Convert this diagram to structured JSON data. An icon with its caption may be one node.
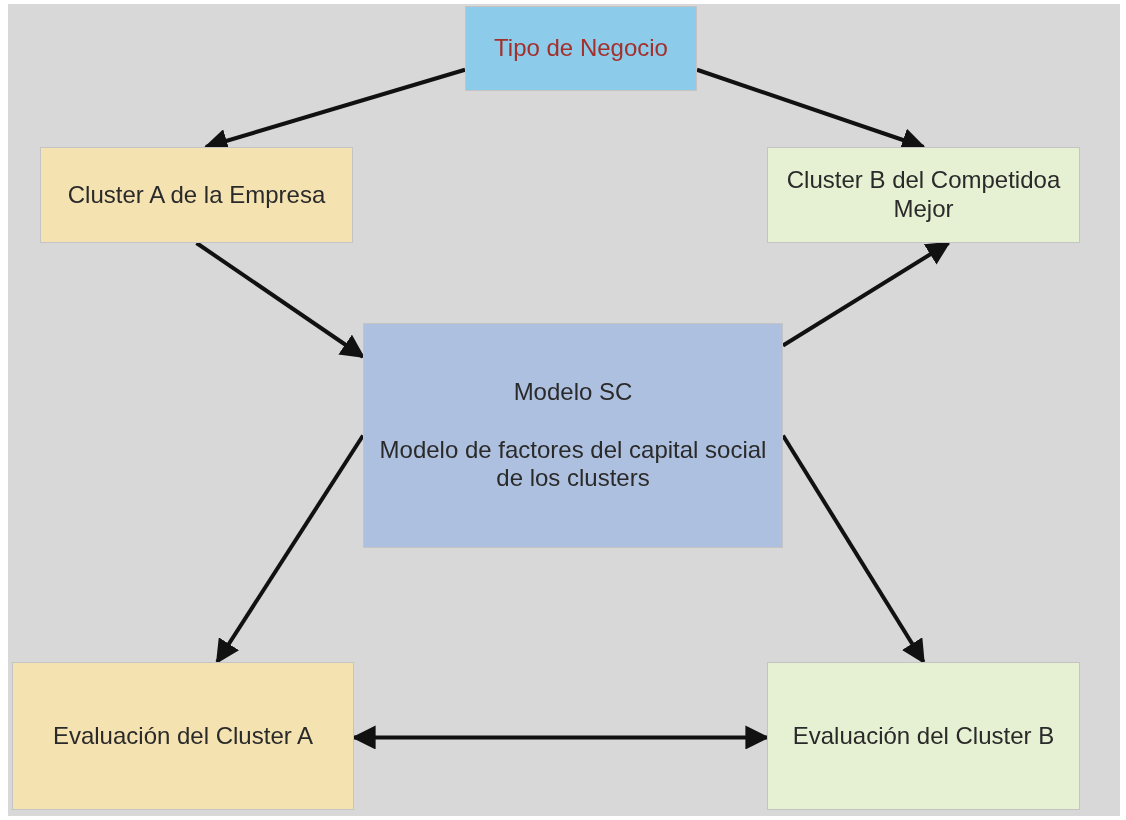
{
  "diagram": {
    "nodes": [
      {
        "text": [
          "Tipo de Negocio"
        ]
      },
      {
        "text": [
          "Cluster A de la Empresa"
        ]
      },
      {
        "text": [
          "Cluster B del Competidoa Mejor"
        ]
      },
      {
        "text": [
          "Modelo SC",
          "Modelo de factores del capital social de los clusters"
        ]
      },
      {
        "text": [
          "Evaluación del Cluster A"
        ]
      },
      {
        "text": [
          "Evaluación del Cluster B"
        ]
      }
    ],
    "edges": [
      {
        "from": 0,
        "to": 1,
        "arrow": "to"
      },
      {
        "from": 0,
        "to": 2,
        "arrow": "to"
      },
      {
        "from": 1,
        "to": 3,
        "arrow": "to"
      },
      {
        "from": 3,
        "to": 2,
        "arrow": "to"
      },
      {
        "from": 3,
        "to": 4,
        "arrow": "to"
      },
      {
        "from": 3,
        "to": 5,
        "arrow": "to"
      },
      {
        "from": 4,
        "to": 5,
        "arrow": "both"
      }
    ]
  }
}
